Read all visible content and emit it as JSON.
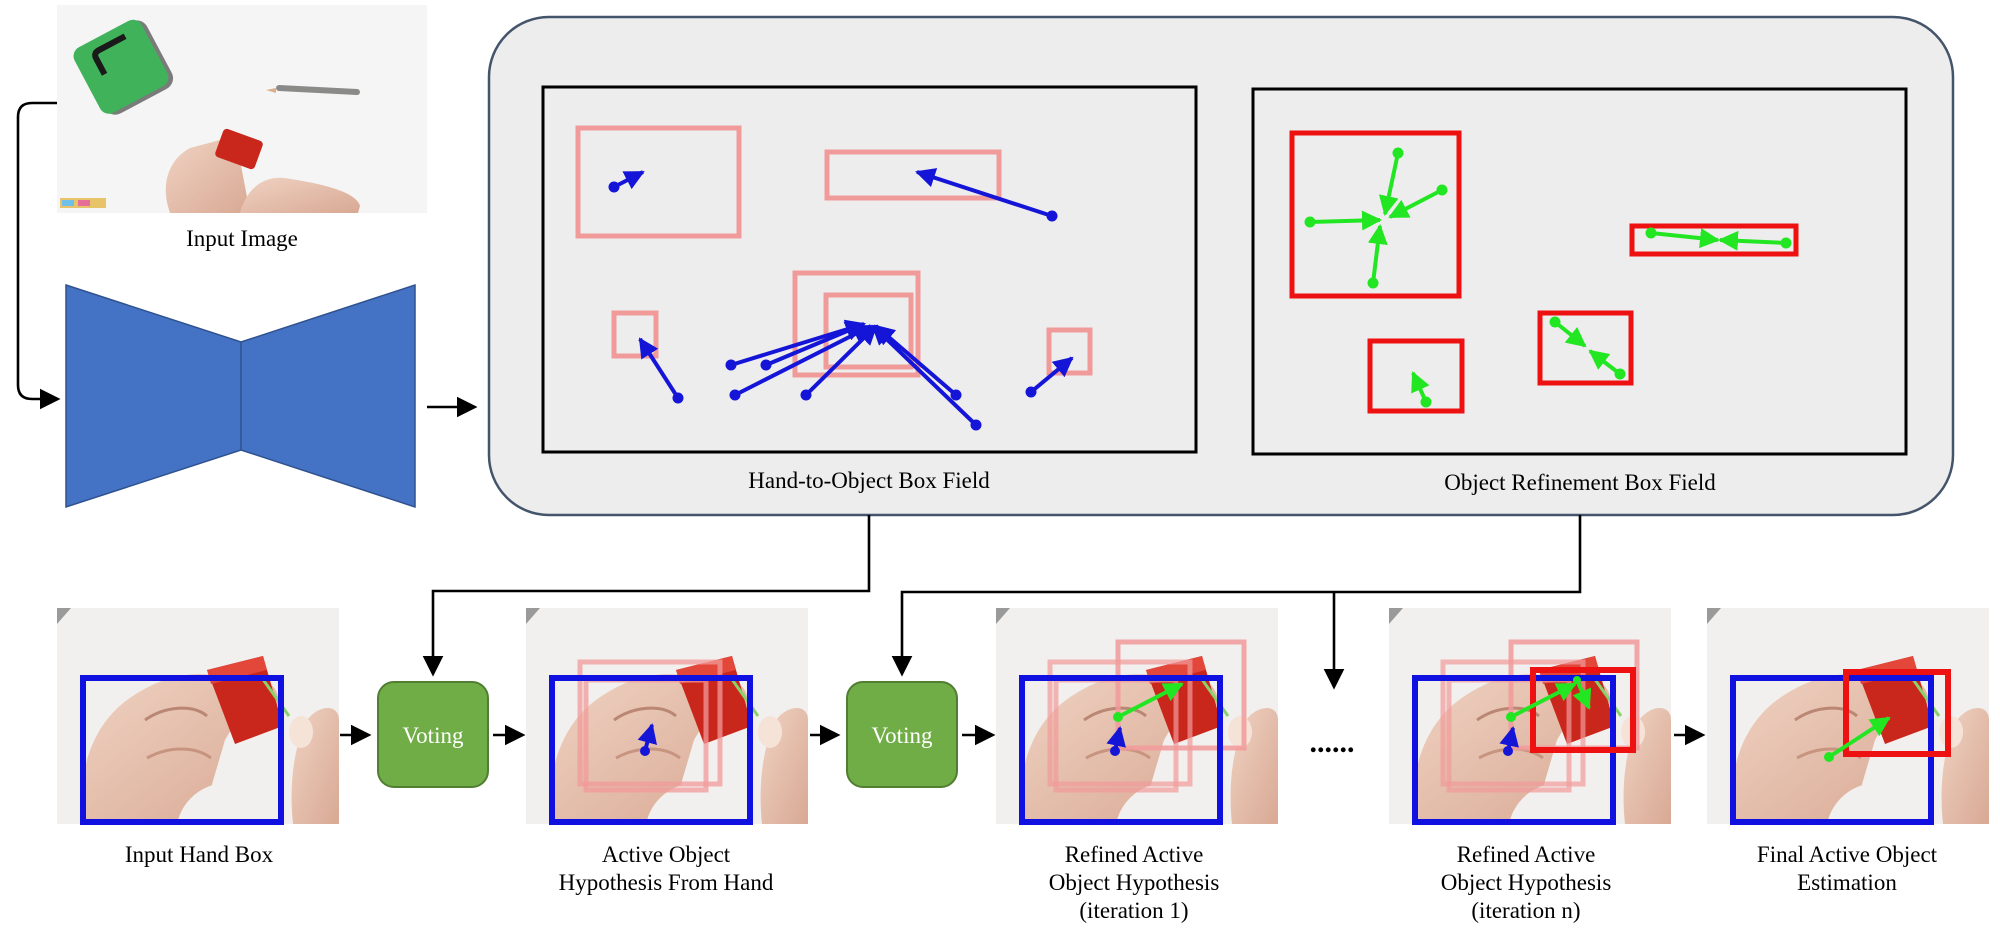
{
  "labels": {
    "input_image": "Input Image",
    "hand_to_object_field": "Hand-to-Object Box Field",
    "object_refinement_field": "Object Refinement Box Field",
    "input_hand_box": "Input Hand Box",
    "active_object_hyp_line1": "Active Object",
    "active_object_hyp_line2": "Hypothesis From Hand",
    "refined_1_line1": "Refined Active",
    "refined_1_line2": "Object Hypothesis",
    "refined_1_line3": "(iteration 1)",
    "refined_n_line1": "Refined Active",
    "refined_n_line2": "Object Hypothesis",
    "refined_n_line3": "(iteration n)",
    "final_line1": "Final Active Object",
    "final_line2": "Estimation",
    "ellipsis": "......"
  },
  "voting": {
    "label": "Voting"
  },
  "colors": {
    "network": "#4472c4",
    "voting": "#70ad47",
    "hand_box": "#1010e0",
    "hypothesis_box": "#f19a9a",
    "refined_box": "#ee1111",
    "hand_vector": "#1515d8",
    "refine_vector": "#22e622",
    "panel_bg": "#ededed"
  }
}
